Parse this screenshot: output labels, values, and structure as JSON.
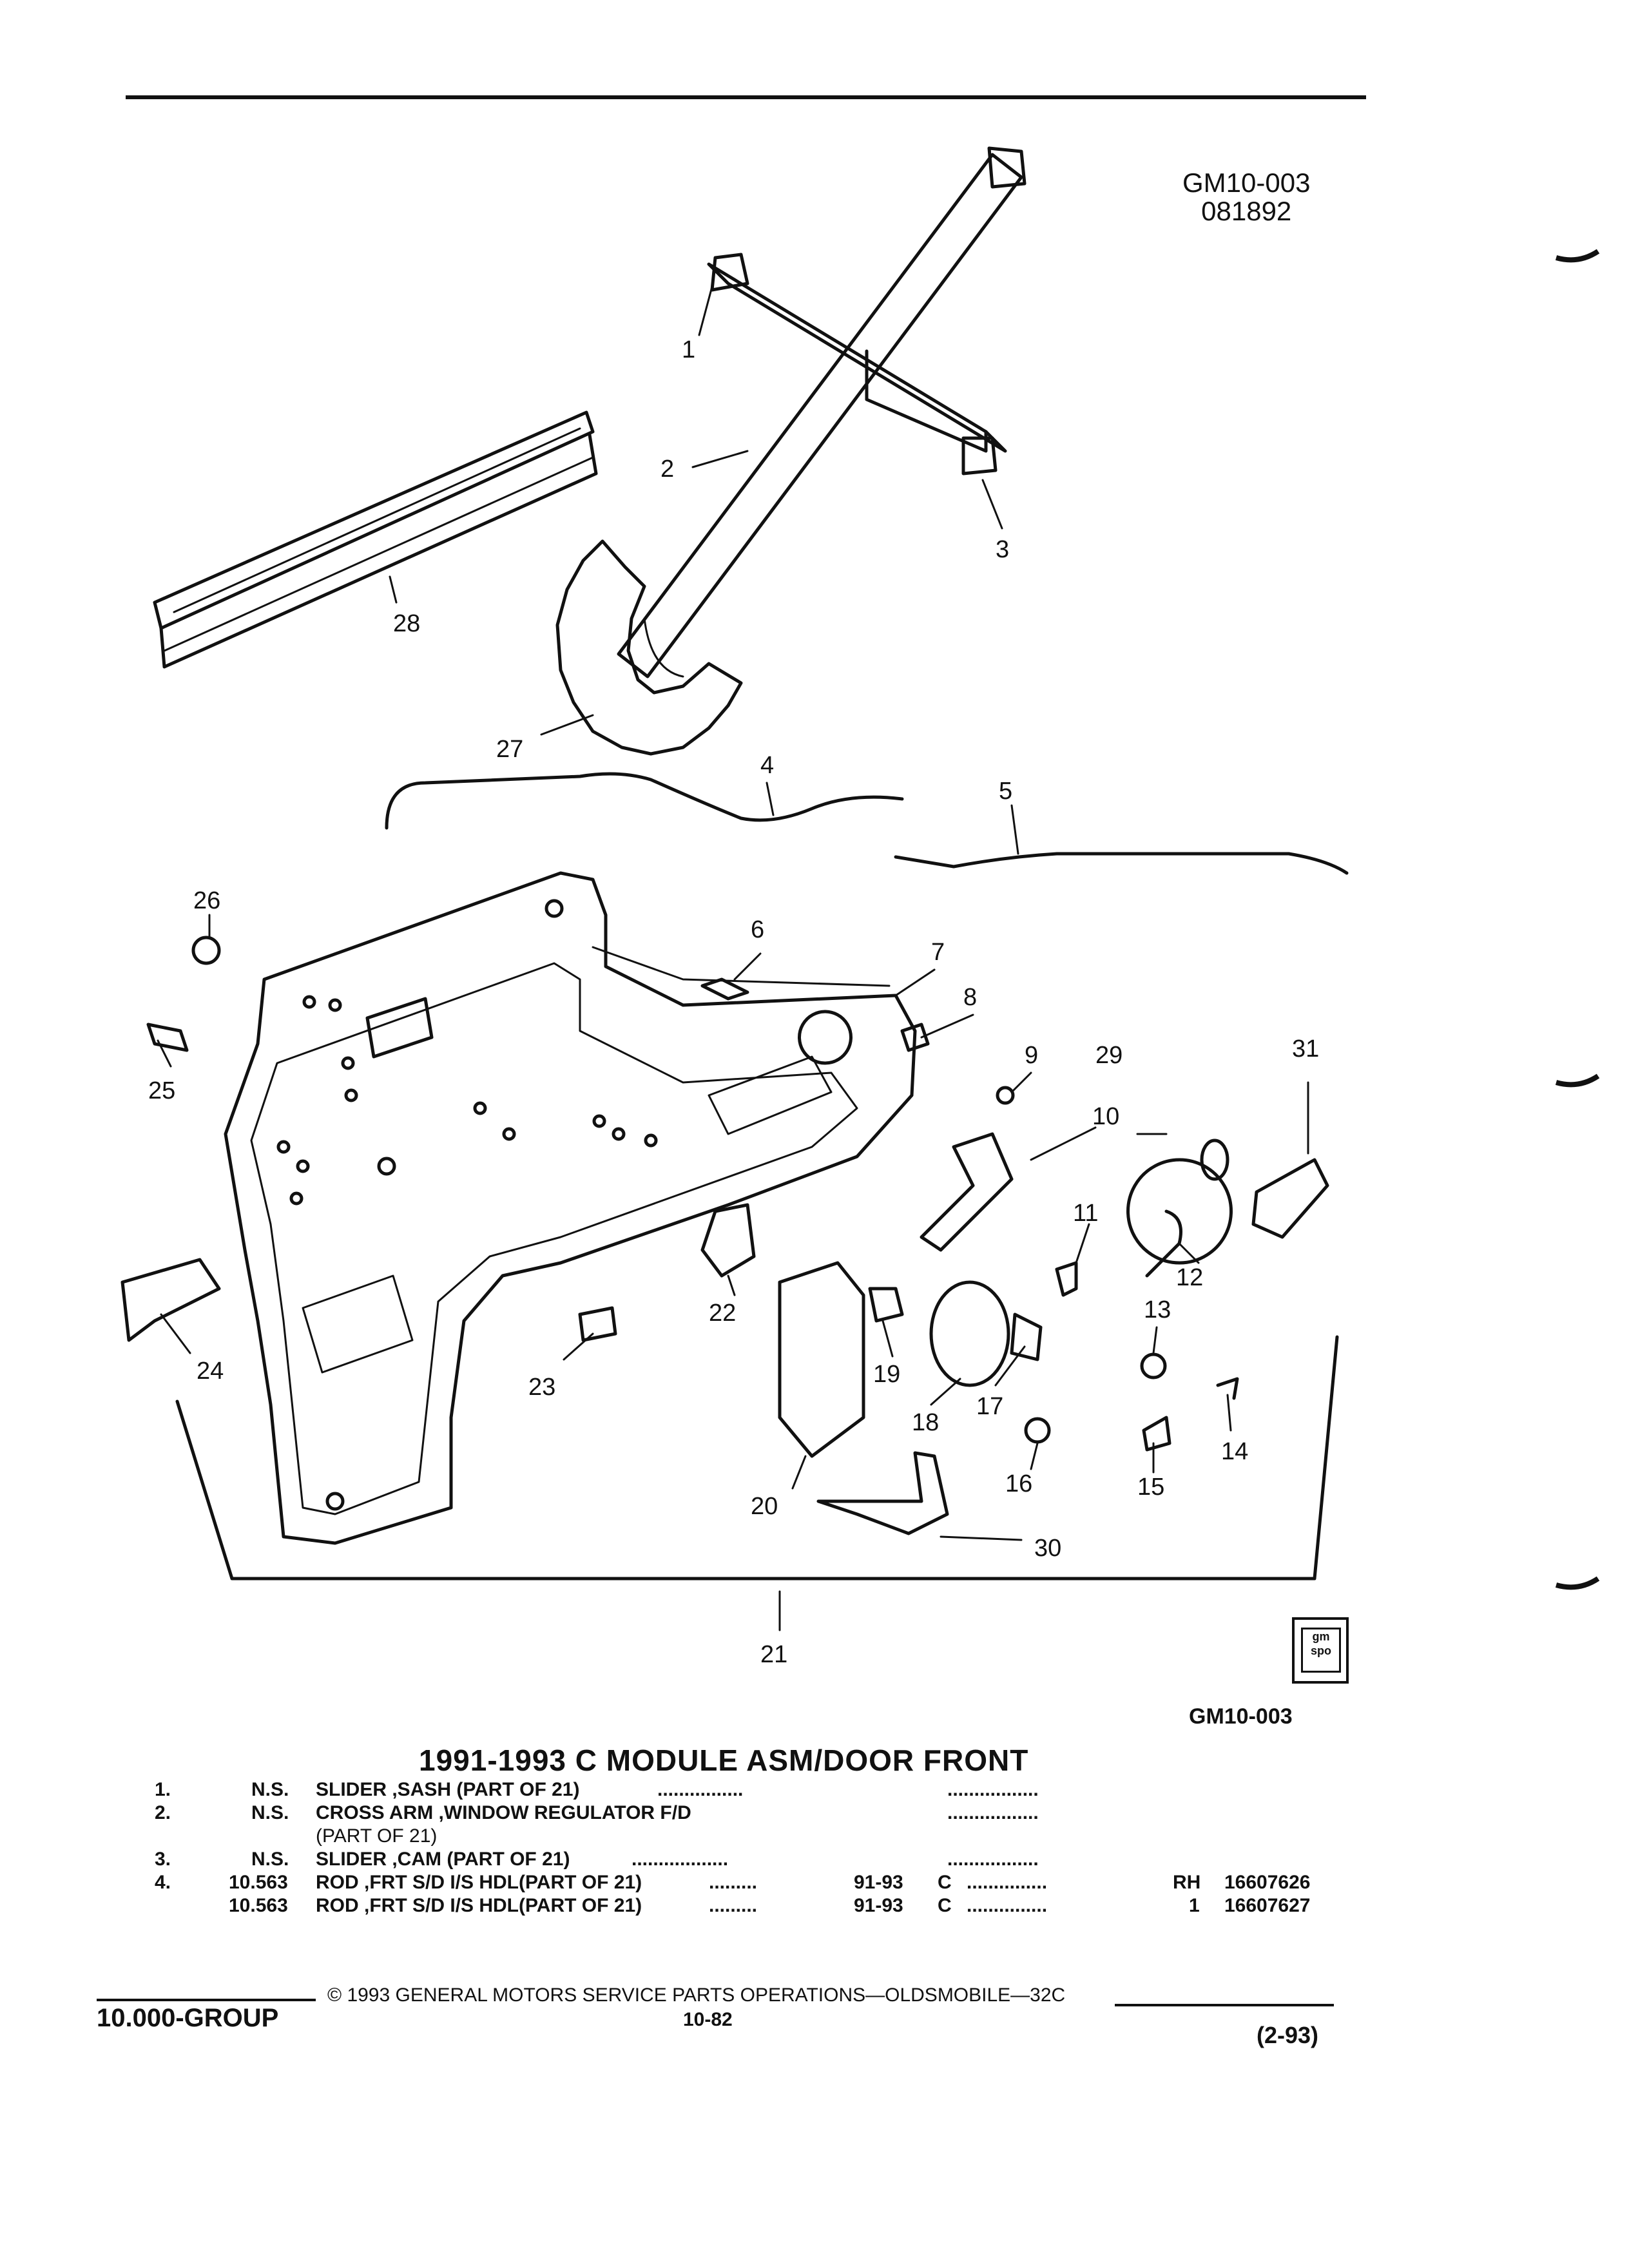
{
  "header": {
    "diagram_code": "GM10-003",
    "diagram_date": "081892"
  },
  "diagram": {
    "callouts": [
      "1",
      "2",
      "3",
      "4",
      "5",
      "6",
      "7",
      "8",
      "9",
      "10",
      "11",
      "12",
      "13",
      "14",
      "15",
      "16",
      "17",
      "18",
      "19",
      "20",
      "21",
      "22",
      "23",
      "24",
      "25",
      "26",
      "27",
      "28",
      "29",
      "30",
      "31"
    ],
    "figure_code": "GM10-003"
  },
  "logo": {
    "text_top": "gm",
    "text_bottom": "spo"
  },
  "section": {
    "title": "1991-1993 C MODULE ASM/DOOR FRONT"
  },
  "parts": [
    {
      "num": "1.",
      "code": "N.S.",
      "desc": "SLIDER ,SASH (PART OF 21)",
      "years": "",
      "series": "",
      "qty": "",
      "part_no": ""
    },
    {
      "num": "2.",
      "code": "N.S.",
      "desc": "CROSS ARM ,WINDOW REGULATOR F/D",
      "years": "",
      "series": "",
      "qty": "",
      "part_no": "",
      "cont": "(PART OF 21)"
    },
    {
      "num": "3.",
      "code": "N.S.",
      "desc": "SLIDER ,CAM (PART OF 21)",
      "years": "",
      "series": "",
      "qty": "",
      "part_no": ""
    },
    {
      "num": "4.",
      "code": "10.563",
      "desc": "ROD ,FRT S/D I/S HDL(PART OF 21)",
      "years": "91-93",
      "series": "C",
      "qty": "RH",
      "part_no": "16607626"
    },
    {
      "num": "",
      "code": "10.563",
      "desc": "ROD ,FRT S/D I/S HDL(PART OF 21)",
      "years": "91-93",
      "series": "C",
      "qty": "1",
      "part_no": "16607627"
    }
  ],
  "footer": {
    "group": "10.000-GROUP",
    "copyright": "© 1993 GENERAL MOTORS SERVICE PARTS OPERATIONS—OLDSMOBILE—32C",
    "page": "10-82",
    "date": "(2-93)"
  }
}
